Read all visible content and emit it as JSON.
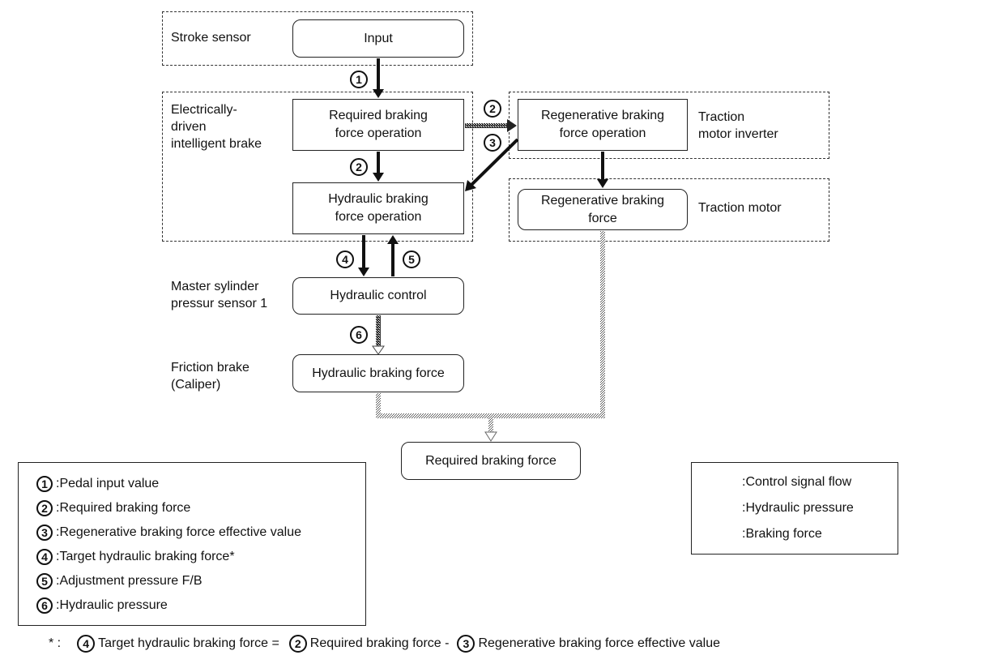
{
  "zones": {
    "stroke_sensor": "Stroke sensor",
    "brake": "Electrically-\ndriven\nintelligent brake",
    "inverter": "Traction\nmotor inverter",
    "motor": "Traction motor"
  },
  "side_labels": {
    "master": "Master sylinder\npressur sensor 1",
    "friction": "Friction brake\n(Caliper)"
  },
  "boxes": {
    "input": "Input",
    "req_op_1": "Required braking",
    "req_op_2": "force operation",
    "regen_op_1": "Regenerative braking",
    "regen_op_2": "force operation",
    "hyd_op_1": "Hydraulic braking",
    "hyd_op_2": "force operation",
    "regen_force_1": "Regenerative braking",
    "regen_force_2": "force",
    "hyd_control": "Hydraulic control",
    "hyd_force": "Hydraulic braking force",
    "required_force": "Required braking force"
  },
  "markers": [
    "1",
    "2",
    "3",
    "4",
    "5",
    "6"
  ],
  "legend_items": [
    {
      "num": "1",
      "text": ":Pedal input value"
    },
    {
      "num": "2",
      "text": ":Required braking force"
    },
    {
      "num": "3",
      "text": ":Regenerative braking force effective value"
    },
    {
      "num": "4",
      "text": ":Target hydraulic braking force*"
    },
    {
      "num": "5",
      "text": ":Adjustment pressure F/B"
    },
    {
      "num": "6",
      "text": ":Hydraulic pressure"
    }
  ],
  "line_legend": [
    {
      "text": ":Control signal flow",
      "style": "control"
    },
    {
      "text": ":Hydraulic pressure",
      "style": "hydraulic"
    },
    {
      "text": ":Braking force",
      "style": "braking"
    }
  ],
  "footnote": {
    "prefix": "* :",
    "n1": "4",
    "t1": "Target hydraulic braking force =",
    "n2": "2",
    "t2": "Required braking force -",
    "n3": "3",
    "t3": "Regenerative braking force effective value"
  }
}
